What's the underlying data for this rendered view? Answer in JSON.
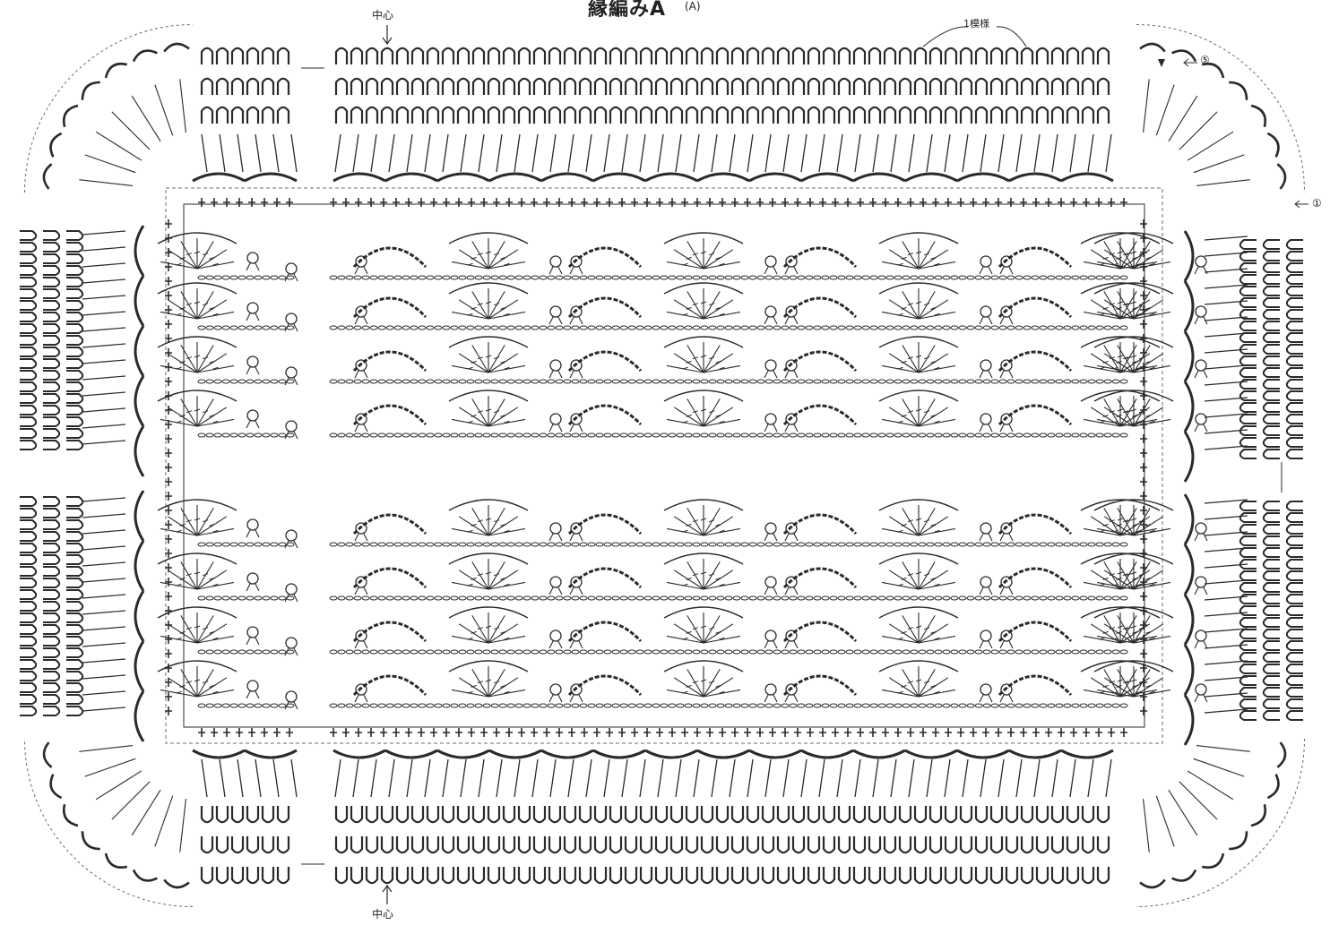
{
  "title": "縁編みA",
  "title_sub": "(A)",
  "labels": {
    "center_top": "中心",
    "center_bottom": "中心",
    "repeat": "1模様",
    "round_5": "⑤",
    "round_1": "①"
  },
  "colors": {
    "ink": "#2a2a2a",
    "paper": "#ffffff",
    "dashed": "#6b6b6b"
  },
  "pattern": {
    "motif_rows_per_block": 4,
    "blocks": 2,
    "repeats_per_row": 8,
    "border_rounds": 5
  }
}
